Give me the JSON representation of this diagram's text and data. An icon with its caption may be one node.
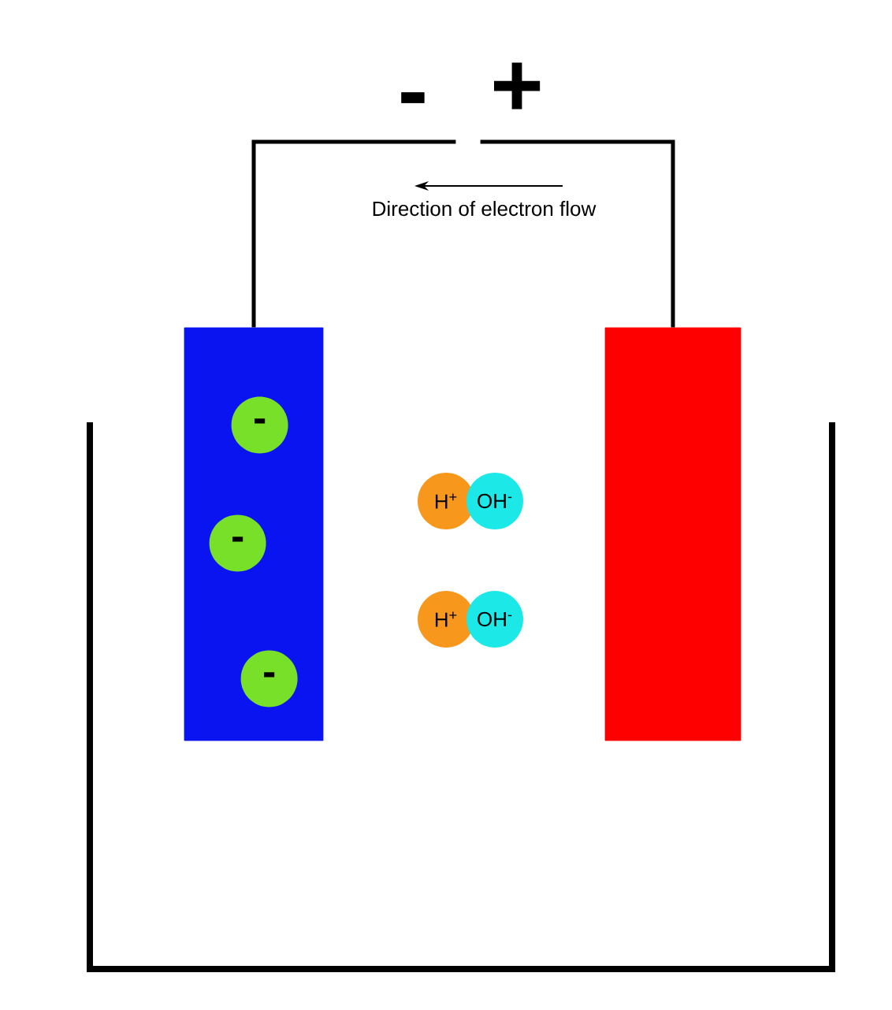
{
  "diagram": {
    "nodes": [
      {
        "text": [],
        "shape": "box"
      },
      {
        "text": [],
        "shape": "box"
      },
      {
        "text": [
          "-"
        ]
      },
      {
        "text": [
          "+"
        ]
      },
      {
        "text": [
          "-"
        ],
        "in": 0
      },
      {
        "text": [
          "-"
        ],
        "in": 0
      },
      {
        "text": [
          "-"
        ],
        "in": 0
      },
      {
        "text": [
          "H$^{+}$"
        ]
      },
      {
        "text": [
          "OH$^{-}$"
        ]
      },
      {
        "text": [
          "H$^{+}$"
        ]
      },
      {
        "text": [
          "OH$^{-}$"
        ]
      }
    ],
    "edges": [
      {
        "from": 0,
        "to": 2,
        "arrow": "none"
      },
      {
        "from": 1,
        "to": 3,
        "arrow": "none"
      }
    ],
    "labels": [
      "Direction of electron flow"
    ]
  }
}
